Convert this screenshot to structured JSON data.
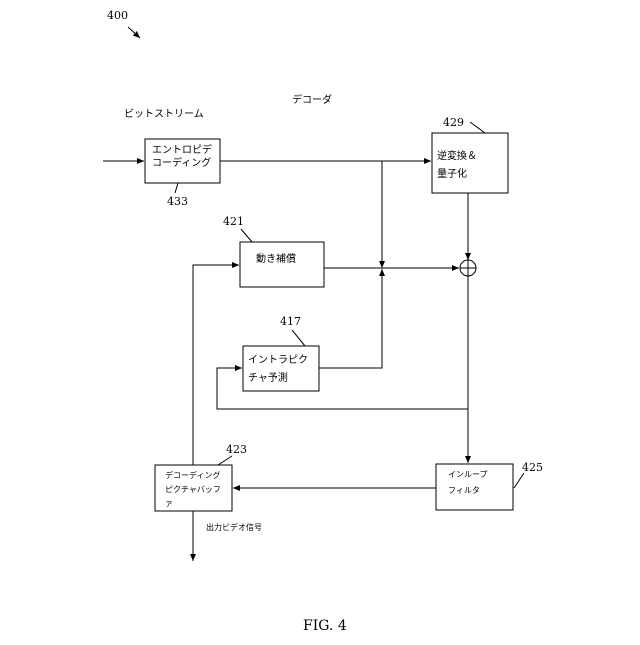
{
  "figure_number": "400",
  "figure_caption": "FIG. 4",
  "labels": {
    "decoder": "デコーダ",
    "bitstream": "ビットストリーム",
    "output_video": "出力ビデオ信号"
  },
  "blocks": {
    "entropy_decoding": {
      "ref": "433",
      "line1": "エントロピデ",
      "line2": "コーディング"
    },
    "inverse_transform": {
      "ref": "429",
      "line1": "逆変換＆",
      "line2": "量子化"
    },
    "motion_compensation": {
      "ref": "421",
      "line1": "動き補償"
    },
    "intra_prediction": {
      "ref": "417",
      "line1": "イントラピク",
      "line2": "チャ予測"
    },
    "decoding_buffer": {
      "ref": "423",
      "line1": "デコーディング",
      "line2": "ピクチャバッフ",
      "line3": "ァ"
    },
    "inloop_filter": {
      "ref": "425",
      "line1": "インループ",
      "line2": "フィルタ"
    }
  }
}
